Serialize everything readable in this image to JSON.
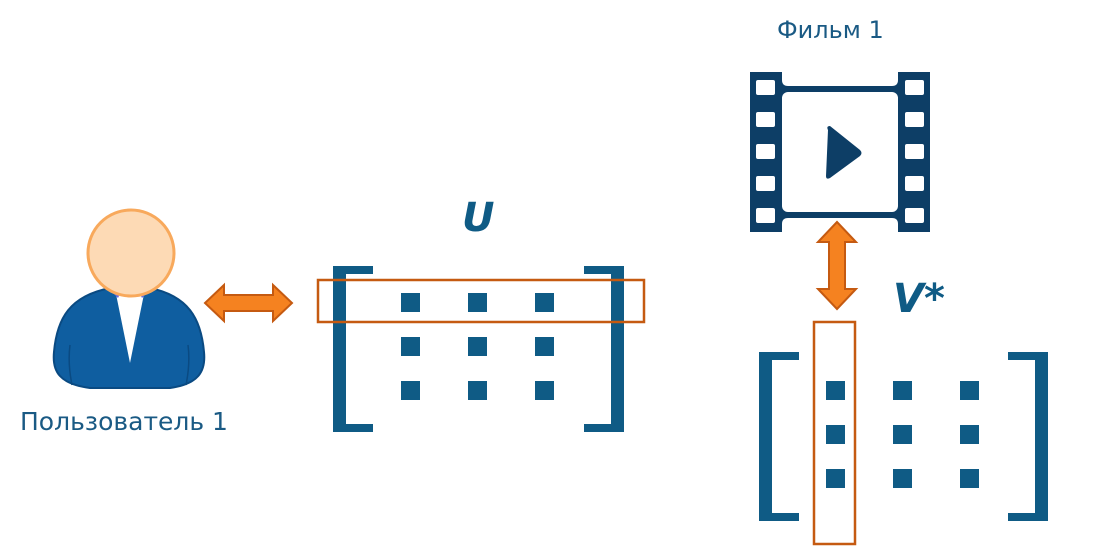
{
  "user": {
    "label": "Пользователь 1",
    "icon": "user-icon"
  },
  "film": {
    "label": "Фильм 1",
    "icon": "film-play-icon"
  },
  "matrix_u": {
    "title": "U",
    "rows": 3,
    "cols": 3,
    "highlight": "row 1"
  },
  "matrix_v": {
    "title": "V*",
    "rows": 3,
    "cols": 3,
    "highlight": "column 1"
  },
  "colors": {
    "matrix_blue": "#0f5b85",
    "text_blue": "#1a5a84",
    "film_navy": "#0d3e66",
    "arrow_orange": "#f58220",
    "highlight_orange": "#c55a11",
    "skin": "#fddab5",
    "skin_outline": "#f8a95c",
    "suit": "#0f5ea0"
  }
}
